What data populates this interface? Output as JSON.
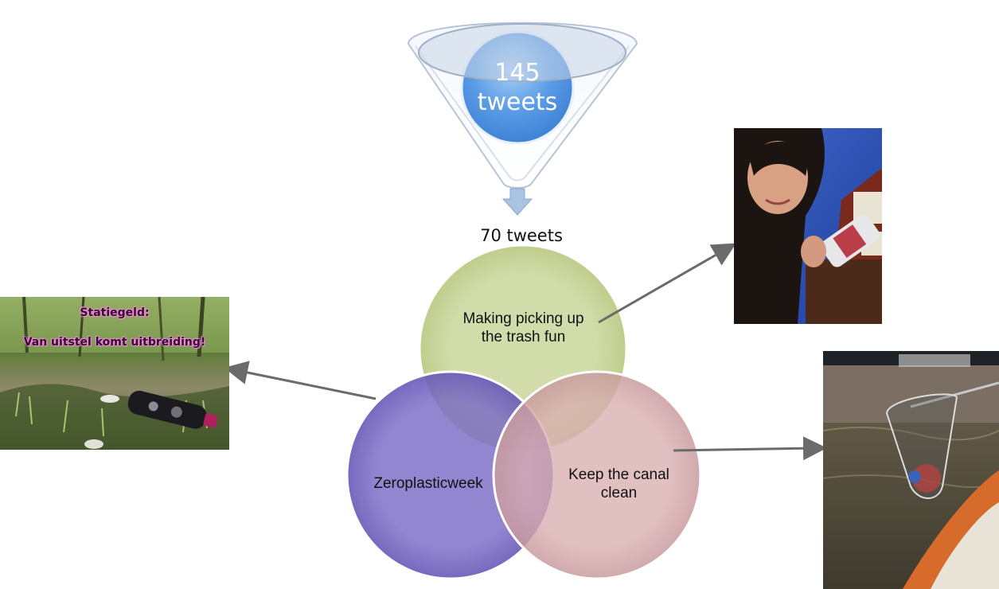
{
  "funnel": {
    "line1": "145",
    "line2": "tweets",
    "output": "70 tweets"
  },
  "circles": [
    {
      "id": "fun",
      "label_lines": [
        "Making picking up",
        "the trash fun"
      ],
      "color": "#c9d69b"
    },
    {
      "id": "zero",
      "label_lines": [
        "Zeroplasticweek"
      ],
      "color": "#7b6cc6"
    },
    {
      "id": "canal",
      "label_lines": [
        "Keep the canal",
        "clean"
      ],
      "color": "#d9aeb0"
    }
  ],
  "photos": {
    "left": {
      "line1": "Statiegeld:",
      "line2": "Van uitstel komt uitbreiding!"
    }
  },
  "colors": {
    "funnel_ball": "#5b9ce6",
    "arrow": "#6b6b6b",
    "down_arrow": "#a9c3e3"
  }
}
